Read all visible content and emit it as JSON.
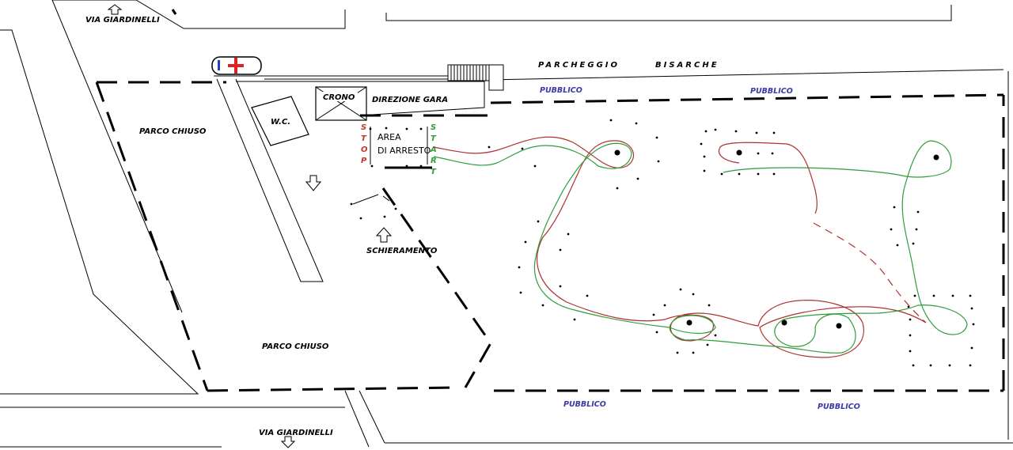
{
  "streets": {
    "top": "VIA GIARDINELLI",
    "bottom": "VIA GIARDINELLI"
  },
  "parking": {
    "word1": "PARCHEGGIO",
    "word2": "BISARCHE"
  },
  "areas": {
    "parco_chiuso_top": "PARCO CHIUSO",
    "parco_chiuso_bottom": "PARCO CHIUSO",
    "wc": "W.C.",
    "crono": "CRONO",
    "direzione_gara": "DIREZIONE GARA",
    "area_line1": "AREA",
    "area_line2": "DI ARRESTO",
    "schieramento": "SCHIERAMENTO"
  },
  "stop_letters": [
    "S",
    "T",
    "O",
    "P"
  ],
  "start_letters": [
    "S",
    "T",
    "A",
    "R",
    "T"
  ],
  "pubblico": {
    "top_left": "PUBBLICO",
    "top_right": "PUBBLICO",
    "bottom_left": "PUBBLICO",
    "bottom_right": "PUBBLICO"
  },
  "colors": {
    "stop": "#c0392b",
    "start": "#2e9e3a",
    "pubblico": "#3a3aa8",
    "path_red": "#b03030",
    "path_green": "#2e9e3a",
    "first_aid_cross": "#e02020",
    "first_aid_bar": "#2040c0"
  },
  "icons": [
    "first-aid-icon",
    "stairs-icon",
    "arrow-up-icon",
    "arrow-down-icon"
  ]
}
